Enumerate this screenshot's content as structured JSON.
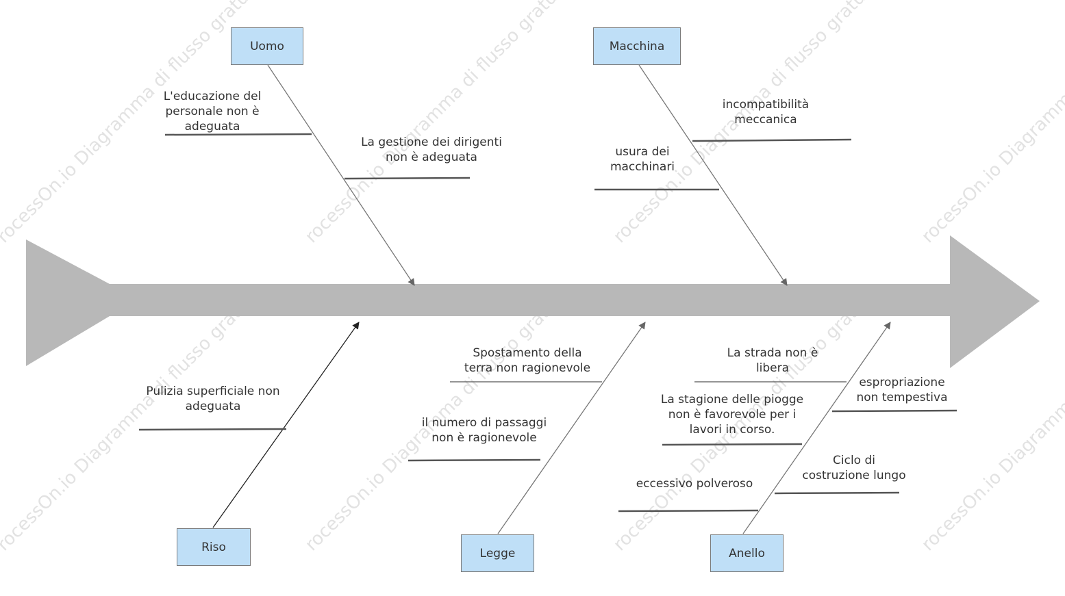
{
  "categories": {
    "uomo": "Uomo",
    "macchina": "Macchina",
    "riso": "Riso",
    "legge": "Legge",
    "anello": "Anello"
  },
  "causes": {
    "uomo_1": "L'educazione del\npersonale non è\nadeguata",
    "uomo_2": "La gestione dei dirigenti\nnon è adeguata",
    "macchina_1": "incompatibilità\nmeccanica",
    "macchina_2": "usura dei\nmacchinari",
    "riso_1": "Pulizia superficiale non\nadeguata",
    "legge_1": "Spostamento della\nterra non ragionevole",
    "legge_2": "il numero di passaggi\nnon è ragionevole",
    "anello_1": "La strada non è\nlibera",
    "anello_2": "espropriazione\nnon tempestiva",
    "anello_3": "La stagione delle piogge\nnon è favorevole per i\nlavori in corso.",
    "anello_4": "Ciclo di\ncostruzione lungo",
    "anello_5": "eccessivo polveroso"
  },
  "watermark": "rocessOn.io Diagramma di flusso gratuito",
  "colors": {
    "spine": "#b8b8b8",
    "box_fill": "#bfdff7",
    "line": "#555555",
    "watermark": "#e2e2e2"
  }
}
